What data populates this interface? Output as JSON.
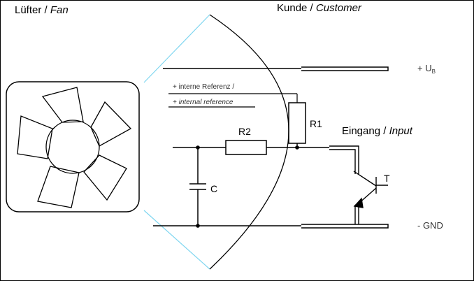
{
  "fan_title": {
    "de": "Lüfter",
    "sep": " / ",
    "en": "Fan"
  },
  "customer_title": {
    "de": "Kunde",
    "sep": " / ",
    "en": "Customer"
  },
  "input_title": {
    "de": "Eingang",
    "sep": " / ",
    "en": "Input"
  },
  "reference": {
    "de": "+ interne Referenz /",
    "en": "+ internal reference"
  },
  "supply": {
    "prefix": "+ U",
    "sub": "B"
  },
  "ground": "- GND",
  "components": {
    "r1": "R1",
    "r2": "R2",
    "capacitor": "C",
    "transistor": "T"
  },
  "colors": {
    "line": "#000000",
    "boundary": "#7fd6f0"
  },
  "icons": [
    "fan-icon",
    "resistor-icon",
    "capacitor-icon",
    "transistor-icon"
  ]
}
